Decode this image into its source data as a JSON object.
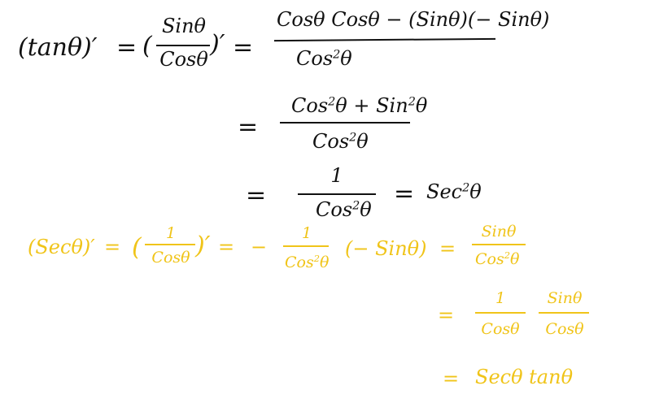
{
  "colors": {
    "ink": "#111111",
    "highlight": "#f0c419"
  },
  "tan_derivation": {
    "lhs": "(tanθ)′",
    "eq1": "=",
    "paren_open": "(",
    "f1_num": "Sinθ",
    "f1_den": "Cosθ",
    "paren_close": ")′",
    "eq2": "=",
    "f2_num": "Cosθ Cosθ − (Sinθ)(− Sinθ)",
    "f2_den_base": "Cos",
    "f2_den_exp": "2",
    "f2_den_var": "θ",
    "eq3": "=",
    "f3_num_a": "Cos",
    "f3_num_a_exp": "2",
    "f3_num_mid": "θ + Sin",
    "f3_num_b_exp": "2",
    "f3_num_end": "θ",
    "f3_den_base": "Cos",
    "f3_den_exp": "2",
    "f3_den_var": "θ",
    "eq4": "=",
    "f4_num": "1",
    "f4_den_base": "Cos",
    "f4_den_exp": "2",
    "f4_den_var": "θ",
    "eq5": "=",
    "res_base": "Sec",
    "res_exp": "2",
    "res_var": "θ"
  },
  "sec_derivation": {
    "lhs": "(Secθ)′",
    "eq1": "=",
    "paren_open": "(",
    "f1_num": "1",
    "f1_den": "Cosθ",
    "paren_close": ")′",
    "eq2": "=",
    "minus": "−",
    "f2_num": "1",
    "f2_den_base": "Cos",
    "f2_den_exp": "2",
    "f2_den_var": "θ",
    "factor": "(− Sinθ)",
    "eq3": "=",
    "f3_num": "Sinθ",
    "f3_den_base": "Cos",
    "f3_den_exp": "2",
    "f3_den_var": "θ",
    "eq4": "=",
    "f4_num": "1",
    "f4_den": "Cosθ",
    "f5_num": "Sinθ",
    "f5_den": "Cosθ",
    "eq5": "=",
    "result": "Secθ tanθ"
  }
}
